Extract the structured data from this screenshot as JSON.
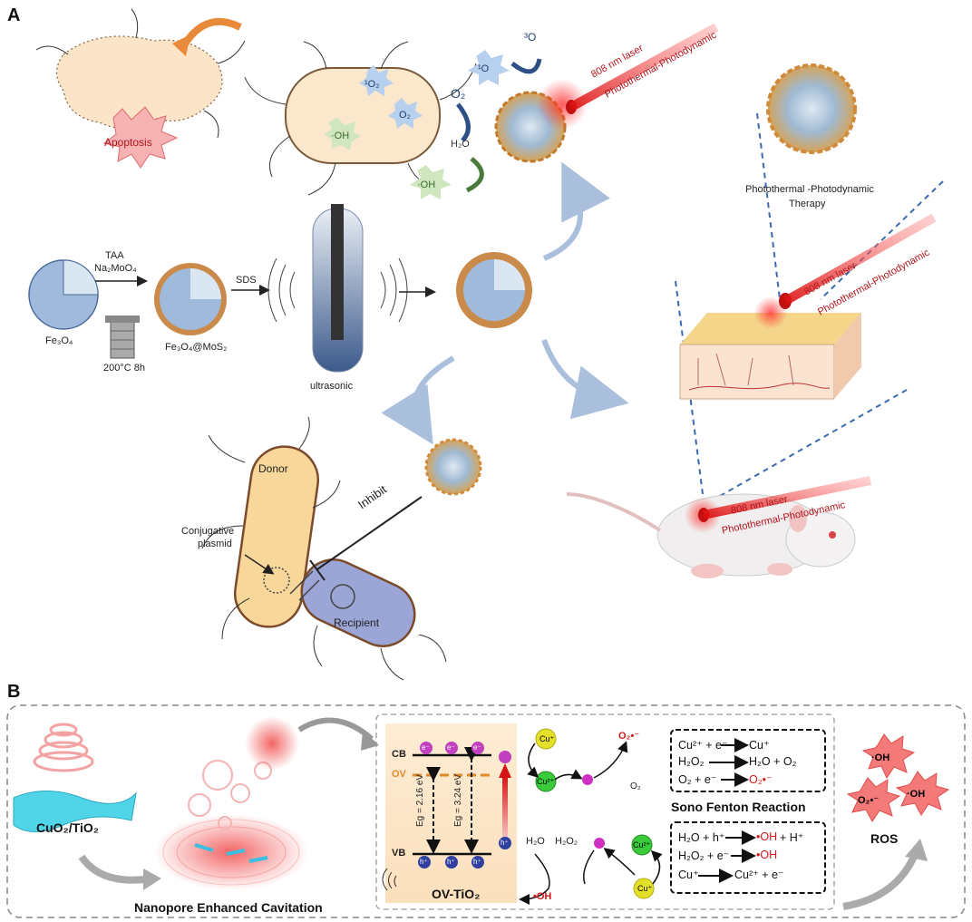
{
  "panels": {
    "a": "A",
    "b": "B"
  },
  "panel_a": {
    "apoptosis": "Apoptosis",
    "species": [
      "¹O",
      "³O",
      "O",
      "O",
      "·OH",
      "·OH",
      "H₂O"
    ],
    "laser": "808 nm laser",
    "therapy_mode": "Photothermal-Photodynamic",
    "therapy_caption": [
      "Photothermal -Photodynamic",
      "Therapy"
    ],
    "reagents": [
      "TAA",
      "Na₂MoO₄"
    ],
    "fe3o4": "Fe₃O₄",
    "condition": "200°C 8h",
    "fe3o4_mos2": "Fe₃O₄@MoS₂",
    "sds": "SDS",
    "ultrasonic": "ultrasonic",
    "donor": "Donor",
    "recipient": "Recipient",
    "plasmid": [
      "Conjugative",
      "plasmid"
    ],
    "inhibit": "Inhibit"
  },
  "panel_b": {
    "material": "CuO₂/TiO₂",
    "cavitation": "Nanopore Enhanced Cavitation",
    "cb": "CB",
    "ov": "OV",
    "vb": "VB",
    "electron": "e⁻",
    "hole": "h⁺",
    "eg1": "Eg = 2.16 eV",
    "eg2": "Eg = 3.24 eV",
    "semiconductor": "OV-TiO₂",
    "cu_plus": "Cu⁺",
    "cu_2plus": "Cu²⁺",
    "o2": "O₂",
    "superoxide": "O₂•⁻",
    "h2o": "H₂O",
    "h2o2": "H₂O₂",
    "oh_radical": "•OH",
    "fenton_eq": [
      {
        "left": "Cu²⁺ + e⁻",
        "right": "Cu⁺",
        "right_red": ""
      },
      {
        "left": "H₂O₂",
        "right": "H₂O + O₂",
        "right_red": ""
      },
      {
        "left": "O₂ + e⁻",
        "right": "",
        "right_red": "O₂•⁻"
      }
    ],
    "fenton_title": "Sono Fenton Reaction",
    "ros_eq": [
      {
        "left": "H₂O + h⁺",
        "right_red": "•OH",
        "right": " + H⁺"
      },
      {
        "left": "H₂O₂ + e⁻",
        "right_red": "•OH",
        "right": ""
      },
      {
        "left": "Cu⁺",
        "right_red": "",
        "right": "Cu²⁺ + e⁻"
      }
    ],
    "ros_species": [
      "·OH",
      "O₂•⁻",
      "·OH"
    ],
    "ros": "ROS"
  }
}
